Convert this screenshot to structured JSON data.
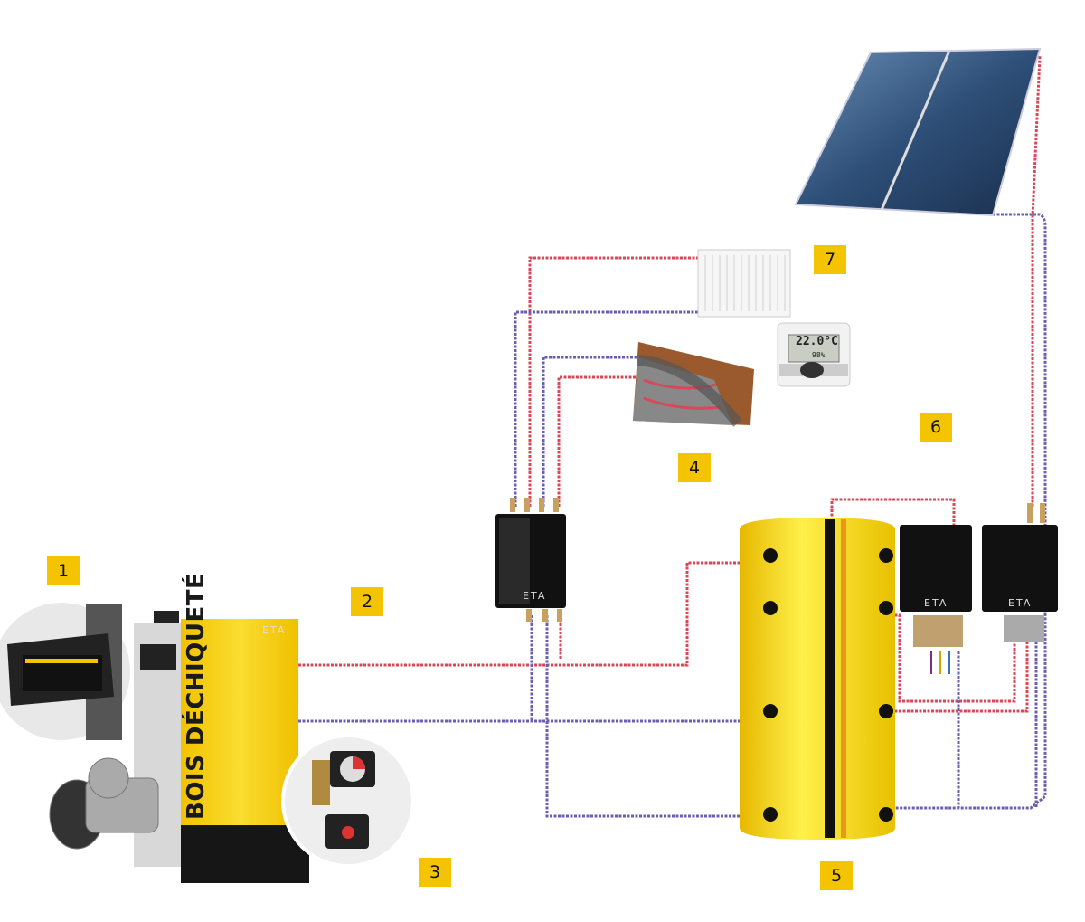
{
  "labels": {
    "l1": "1",
    "l2": "2",
    "l3": "3",
    "l4": "4",
    "l5": "5",
    "l6": "6",
    "l7": "7"
  },
  "boiler": {
    "text": "BOIS DÉCHIQUETÉ",
    "logo": "ETA"
  },
  "stations": {
    "left_logo": "ETA",
    "mid_logo": "ETA",
    "right_logo": "ETA"
  },
  "thermostat": {
    "temperature": "22.0°C",
    "humidity": "98%"
  },
  "colors": {
    "label_bg": "#f5c400",
    "supply_pipe": "#d9475a",
    "return_pipe": "#6a5fb0",
    "tank": "#f5d20a"
  }
}
